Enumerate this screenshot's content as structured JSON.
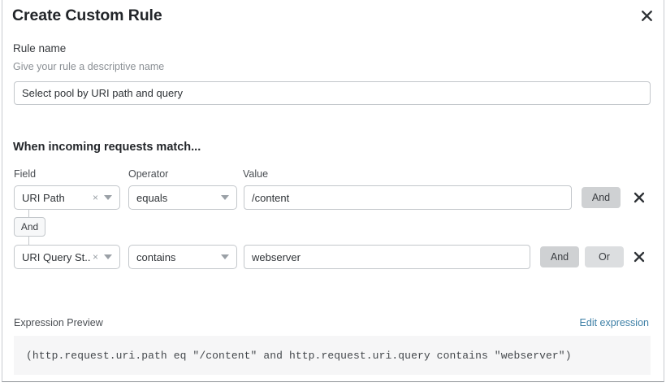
{
  "dialog": {
    "title": "Create Custom Rule",
    "close_icon": "close-icon"
  },
  "rule_name": {
    "label": "Rule name",
    "help": "Give your rule a descriptive name",
    "value": "Select pool by URI path and query",
    "placeholder": "Select pool by URI path and query"
  },
  "conditions": {
    "heading": "When incoming requests match...",
    "columns": {
      "field": "Field",
      "operator": "Operator",
      "value": "Value"
    },
    "connector_label": "And",
    "rows": [
      {
        "field": "URI Path",
        "operator": "equals",
        "value": "/content",
        "clear_icon": "×",
        "caret_icon": "chevron-down-icon",
        "logic_buttons": [
          {
            "label": "And",
            "state": "active"
          }
        ],
        "delete_icon": "close-icon"
      },
      {
        "field": "URI Query St...",
        "operator": "contains",
        "value": "webserver",
        "clear_icon": "×",
        "caret_icon": "chevron-down-icon",
        "logic_buttons": [
          {
            "label": "And",
            "state": "active"
          },
          {
            "label": "Or",
            "state": "inactive"
          }
        ],
        "delete_icon": "close-icon"
      }
    ]
  },
  "expression": {
    "label": "Expression Preview",
    "edit_link": "Edit expression",
    "code": "(http.request.uri.path eq \"/content\" and http.request.uri.query contains \"webserver\")"
  },
  "colors": {
    "link": "#3d7fa6",
    "border": "#c3c7cb",
    "pill_active": "#cfd1d3",
    "pill_inactive": "#dcdee0",
    "code_bg": "#f6f6f7"
  }
}
